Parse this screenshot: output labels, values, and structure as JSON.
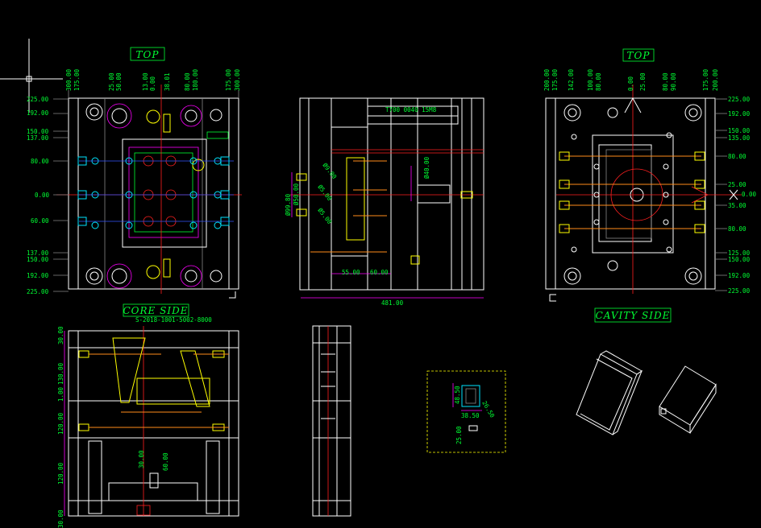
{
  "labels": {
    "top_left": "TOP",
    "top_right": "TOP",
    "core_side": "CORE SIDE",
    "cavity_side": "CAVITY SIDE"
  },
  "left_plan": {
    "top_dims": [
      "300.00",
      "175.00",
      "25.00",
      "50.00",
      "13.00",
      "0.00",
      "38.01",
      "80.00",
      "180.00",
      "175.00",
      "300.00"
    ],
    "left_dims": [
      "225.00",
      "192.00",
      "150.00",
      "137.00",
      "80.00",
      "0.00",
      "60.00",
      "137.00",
      "150.00",
      "192.00",
      "225.00"
    ],
    "note": "S-2018-1001-5002-8000"
  },
  "right_plan": {
    "top_dims": [
      "200.00",
      "175.00",
      "142.00",
      "100.00",
      "80.00",
      "0.00",
      "25.00",
      "80.00",
      "90.00",
      "175.00",
      "200.00"
    ],
    "right_dims": [
      "225.00",
      "192.00",
      "150.00",
      "135.00",
      "80.00",
      "25.00",
      "0.00",
      "35.00",
      "80.00",
      "125.00",
      "150.00",
      "192.00",
      "225.00"
    ]
  },
  "center_section": {
    "dims": [
      "55.00",
      "60.00",
      "481.00"
    ],
    "vertical_dims": [
      "Ø99.80",
      "Ø50.00",
      "Ø40.00"
    ],
    "angled_dims": [
      "Ø9.00",
      "Ø5.00",
      "Ø5.00"
    ],
    "plate_text": "T700 0040 15M8"
  },
  "bottom_section": {
    "left_dims": [
      "30.00",
      "130.00",
      "1.00",
      "120.00",
      "120.00",
      "30.00"
    ],
    "inner_dims": [
      "30.00",
      "60.00"
    ]
  },
  "detail": {
    "dims": [
      "48.50",
      "38.50",
      "26.50",
      "25.00"
    ]
  }
}
